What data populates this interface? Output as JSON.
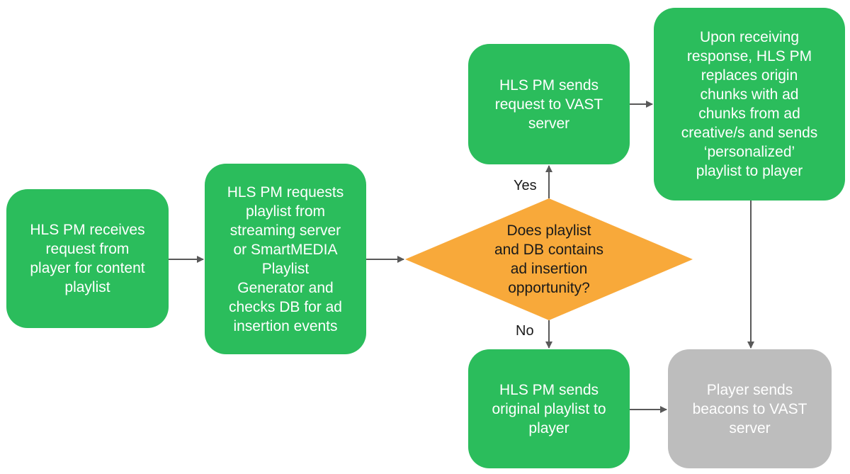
{
  "diagram": {
    "nodes": {
      "receive": "HLS PM receives\nrequest from\nplayer for content\nplaylist",
      "request": "HLS PM requests\nplaylist from\nstreaming server\nor SmartMEDIA\nPlaylist\nGenerator and\nchecks DB for ad\ninsertion events",
      "decision": "Does playlist\nand DB contains\nad insertion\nopportunity?",
      "vast_request": "HLS PM sends\nrequest to VAST\nserver",
      "replace": "Upon receiving\nresponse, HLS PM\nreplaces origin\nchunks with ad\nchunks from ad\ncreative/s and sends\n‘personalized’\nplaylist to player",
      "original": "HLS PM sends\noriginal playlist to\nplayer",
      "beacons": "Player sends\nbeacons to VAST\nserver"
    },
    "edge_labels": {
      "yes": "Yes",
      "no": "No"
    },
    "colors": {
      "process": "#2bbd5c",
      "decision": "#f8a93a",
      "terminal": "#bdbdbd",
      "connector": "#595959"
    }
  }
}
